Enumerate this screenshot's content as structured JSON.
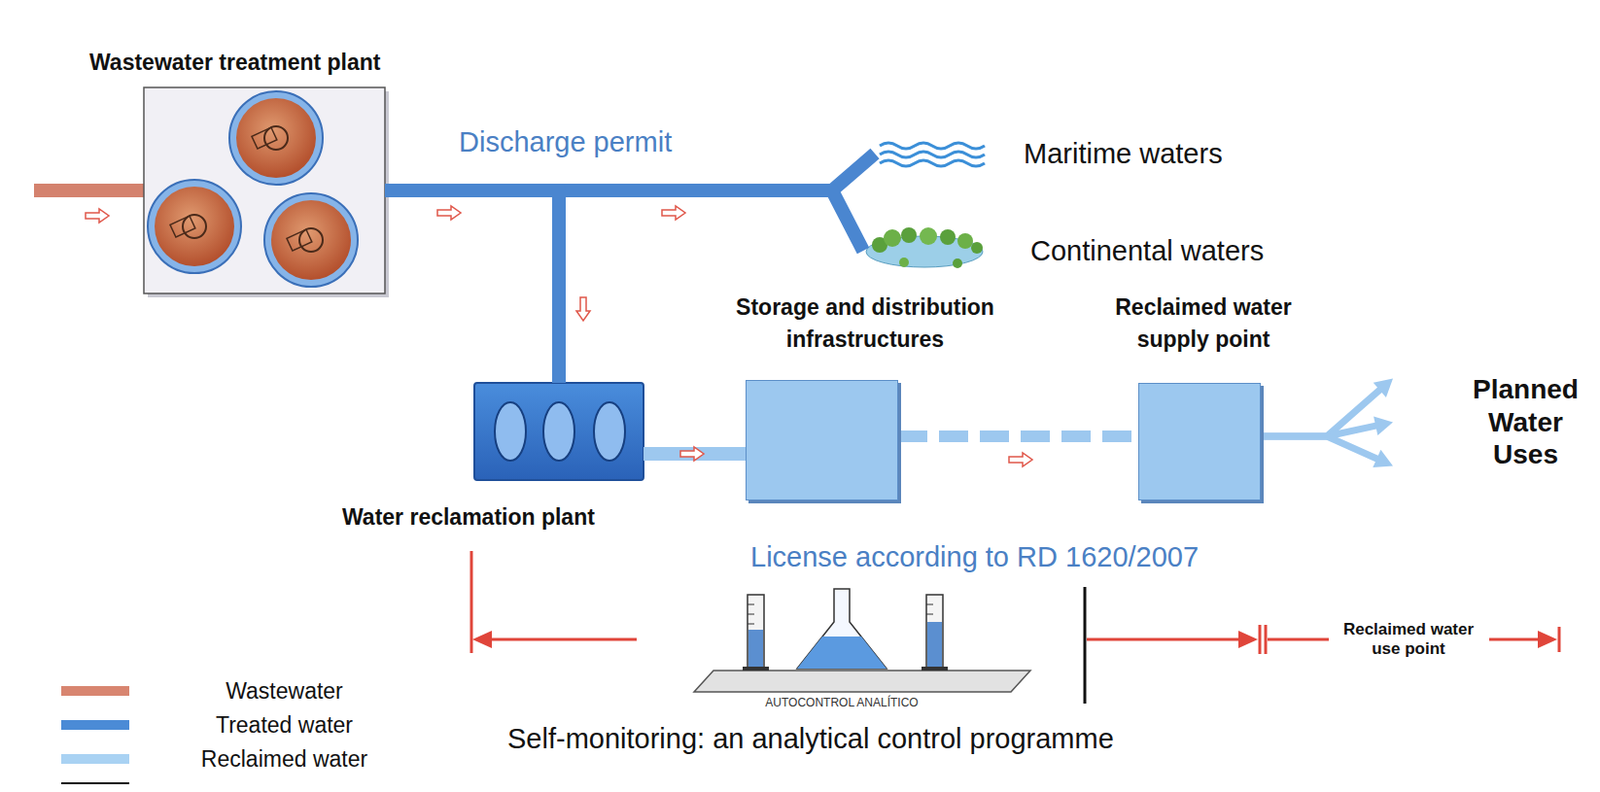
{
  "diagram": {
    "nodes": [
      {
        "text": [
          "Wastewater treatment plant"
        ]
      },
      {
        "text": [
          "Maritime waters"
        ]
      },
      {
        "text": [
          "Continental waters"
        ]
      },
      {
        "text": [
          "Water reclamation plant"
        ]
      },
      {
        "text": [
          "Storage and distribution infrastructures"
        ]
      },
      {
        "text": [
          "Reclaimed water supply point"
        ]
      },
      {
        "text": [
          "Planned Water Uses"
        ]
      }
    ],
    "edges": [
      {
        "from": 0,
        "to": 1,
        "arrow": "none"
      },
      {
        "from": 0,
        "to": 2,
        "arrow": "none"
      },
      {
        "from": 0,
        "to": 3,
        "arrow": "none"
      },
      {
        "from": 3,
        "to": 4,
        "arrow": "none"
      },
      {
        "from": 4,
        "to": 5,
        "arrow": "none"
      },
      {
        "from": 5,
        "to": 6,
        "arrow": "to"
      }
    ],
    "labels": [
      "Discharge permit",
      "License according to RD 1620/2007",
      "AUTOCONTROL ANALÍTICO",
      "Reclaimed water use point",
      "Self-monitoring: an analytical control programme"
    ],
    "legend": [
      {
        "text": "Wastewater",
        "color": "#d88570"
      },
      {
        "text": "Treated water",
        "color": "#4b8bd6"
      },
      {
        "text": "Reclaimed water",
        "color": "#a9d2f3"
      }
    ]
  }
}
